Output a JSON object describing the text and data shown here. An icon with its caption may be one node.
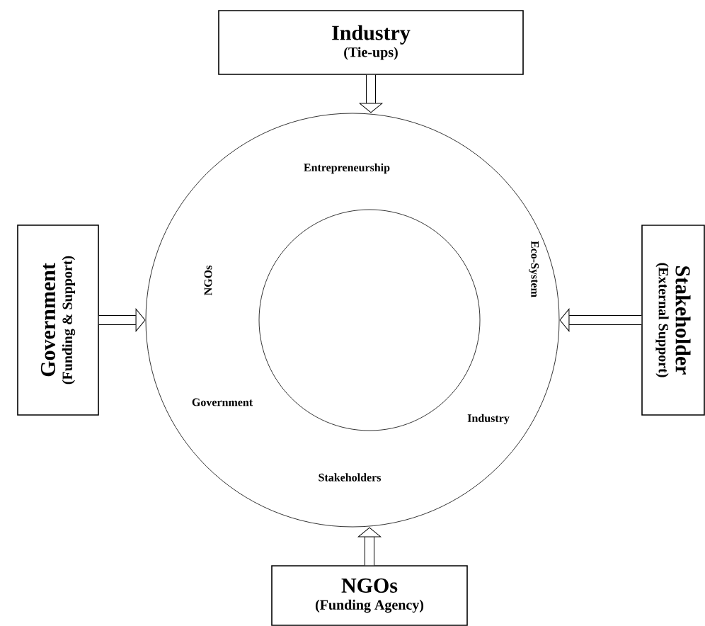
{
  "diagram": {
    "nodes": [
      {
        "text": [
          "Industry",
          "(Tie-ups)"
        ]
      },
      {
        "text": [
          "Government",
          "(Funding & Support)"
        ]
      },
      {
        "text": [
          "Entrepreneurship",
          "NGOs",
          "Eco-System",
          "Government",
          "Industry",
          "Stakeholders"
        ]
      },
      {
        "text": [],
        "shape": "circle",
        "in": 2
      },
      {
        "text": [
          "Stakeholder",
          "(External Support)"
        ]
      },
      {
        "text": [
          "NGOs",
          "(Funding Agency)"
        ]
      }
    ],
    "edges": [
      {
        "from": 0,
        "to": 2,
        "arrow": "to"
      },
      {
        "from": 1,
        "to": 2,
        "arrow": "to"
      },
      {
        "from": 4,
        "to": 2,
        "arrow": "to"
      },
      {
        "from": 5,
        "to": 2,
        "arrow": "to"
      }
    ]
  }
}
